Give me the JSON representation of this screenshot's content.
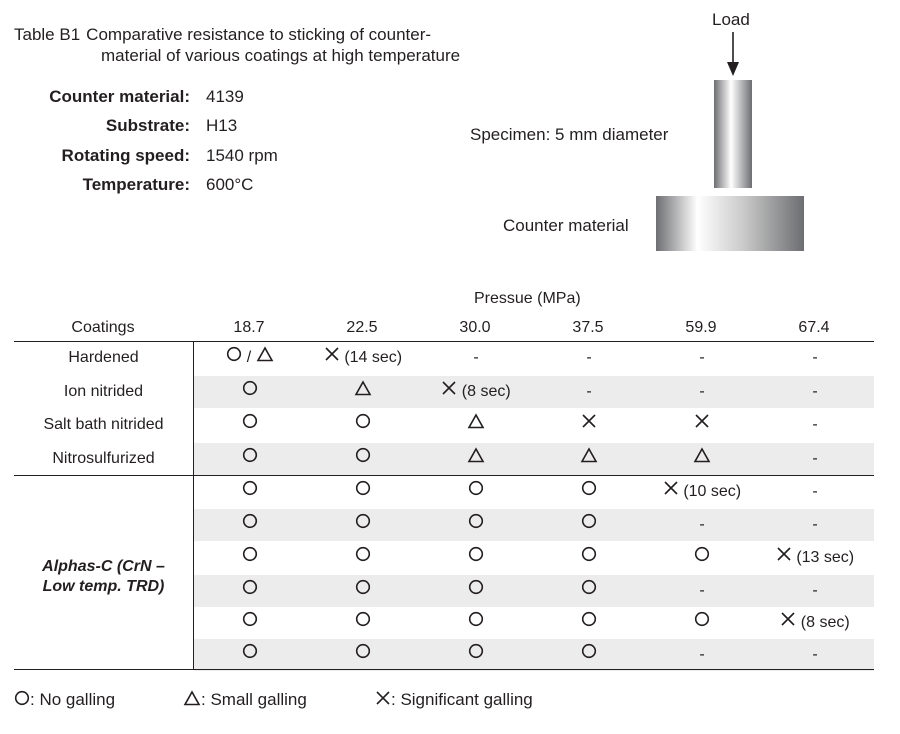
{
  "caption": {
    "number": "Table B1",
    "line1": "Comparative resistance to sticking of counter-",
    "line2": "material of various coatings at high temperature"
  },
  "params": [
    {
      "label": "Counter material:",
      "value": "4139"
    },
    {
      "label": "Substrate:",
      "value": "H13"
    },
    {
      "label": "Rotating speed:",
      "value": "1540 rpm"
    },
    {
      "label": "Temperature:",
      "value": "600°C"
    }
  ],
  "diagram": {
    "load_label": "Load",
    "specimen_label": "Specimen: 5 mm diameter",
    "counter_label": "Counter material"
  },
  "table": {
    "pressure_header": "Pressue (MPa)",
    "coatings_header": "Coatings",
    "pressures": [
      "18.7",
      "22.5",
      "30.0",
      "37.5",
      "59.9",
      "67.4"
    ],
    "alphas_label_line1": "Alphas-C (CrN –",
    "alphas_label_line2": "Low temp. TRD)",
    "rows": [
      {
        "label": "Hardened",
        "cells": [
          "O/T",
          "X:(14 sec)",
          "-",
          "-",
          "-",
          "-"
        ]
      },
      {
        "label": "Ion nitrided",
        "cells": [
          "O",
          "T",
          "X:(8 sec)",
          "-",
          "-",
          "-"
        ]
      },
      {
        "label": "Salt bath nitrided",
        "cells": [
          "O",
          "O",
          "T",
          "X",
          "X",
          "-"
        ]
      },
      {
        "label": "Nitrosulfurized",
        "cells": [
          "O",
          "O",
          "T",
          "T",
          "T",
          "-"
        ]
      },
      {
        "label": "",
        "cells": [
          "O",
          "O",
          "O",
          "O",
          "X:(10 sec)",
          "-"
        ]
      },
      {
        "label": "",
        "cells": [
          "O",
          "O",
          "O",
          "O",
          "-",
          "-"
        ]
      },
      {
        "label": "",
        "cells": [
          "O",
          "O",
          "O",
          "O",
          "O",
          "X:(13 sec)"
        ]
      },
      {
        "label": "",
        "cells": [
          "O",
          "O",
          "O",
          "O",
          "-",
          "-"
        ]
      },
      {
        "label": "",
        "cells": [
          "O",
          "O",
          "O",
          "O",
          "O",
          "X:(8 sec)"
        ]
      },
      {
        "label": "",
        "cells": [
          "O",
          "O",
          "O",
          "O",
          "-",
          "-"
        ]
      }
    ]
  },
  "legend": {
    "no_galling": ": No galling",
    "small_galling": ": Small galling",
    "significant_galling": ": Significant galling"
  }
}
